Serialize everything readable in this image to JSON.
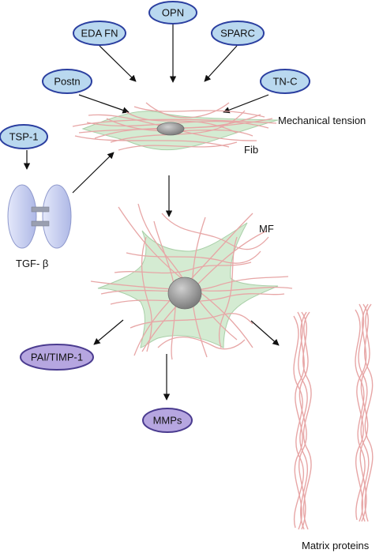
{
  "nodes": {
    "opn": "OPN",
    "eda_fn": "EDA FN",
    "sparc": "SPARC",
    "postn": "Postn",
    "tn_c": "TN-C",
    "tsp_1": "TSP-1",
    "tgf_beta": "TGF- β",
    "pai_timp_1": "PAI/TIMP-1",
    "mmps": "MMPs"
  },
  "labels": {
    "mechanical_tension": "Mechanical tension",
    "fib": "Fib",
    "mf": "MF",
    "matrix_proteins": "Matrix proteins"
  },
  "colors": {
    "blue_oval_fill": "#b9d8ef",
    "blue_oval_stroke": "#2b3fa0",
    "purple_oval_fill": "#b6a6e0",
    "purple_oval_stroke": "#4a3b8f",
    "cell_fill": "#d4ebd2",
    "fiber": "#e7a6a6",
    "nucleus": "#9a9a9a",
    "tgf_fill": "#cdd3f2"
  }
}
